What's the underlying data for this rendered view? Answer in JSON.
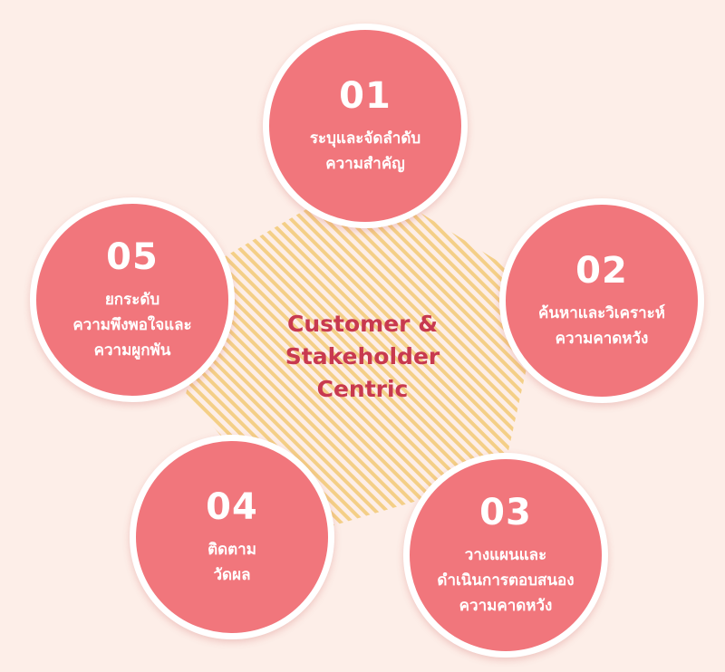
{
  "colors": {
    "background": "#fdeee8",
    "circle_fill": "#f1767c",
    "circle_border": "#ffffff",
    "center_text": "#c8394f",
    "hatch": "#f4cf87"
  },
  "center": {
    "lines": [
      "Customer &",
      "Stakeholder",
      "Centric"
    ]
  },
  "steps": [
    {
      "number": "01",
      "lines": [
        "ระบุและจัดลำดับ",
        "ความสำคัญ"
      ]
    },
    {
      "number": "02",
      "lines": [
        "ค้นหาและวิเคราะห์",
        "ความคาดหวัง"
      ]
    },
    {
      "number": "03",
      "lines": [
        "วางแผนและ",
        "ดำเนินการตอบสนอง",
        "ความคาดหวัง"
      ]
    },
    {
      "number": "04",
      "lines": [
        "ติดตาม",
        "วัดผล"
      ]
    },
    {
      "number": "05",
      "lines": [
        "ยกระดับ",
        "ความพึงพอใจและ",
        "ความผูกพัน"
      ]
    }
  ]
}
